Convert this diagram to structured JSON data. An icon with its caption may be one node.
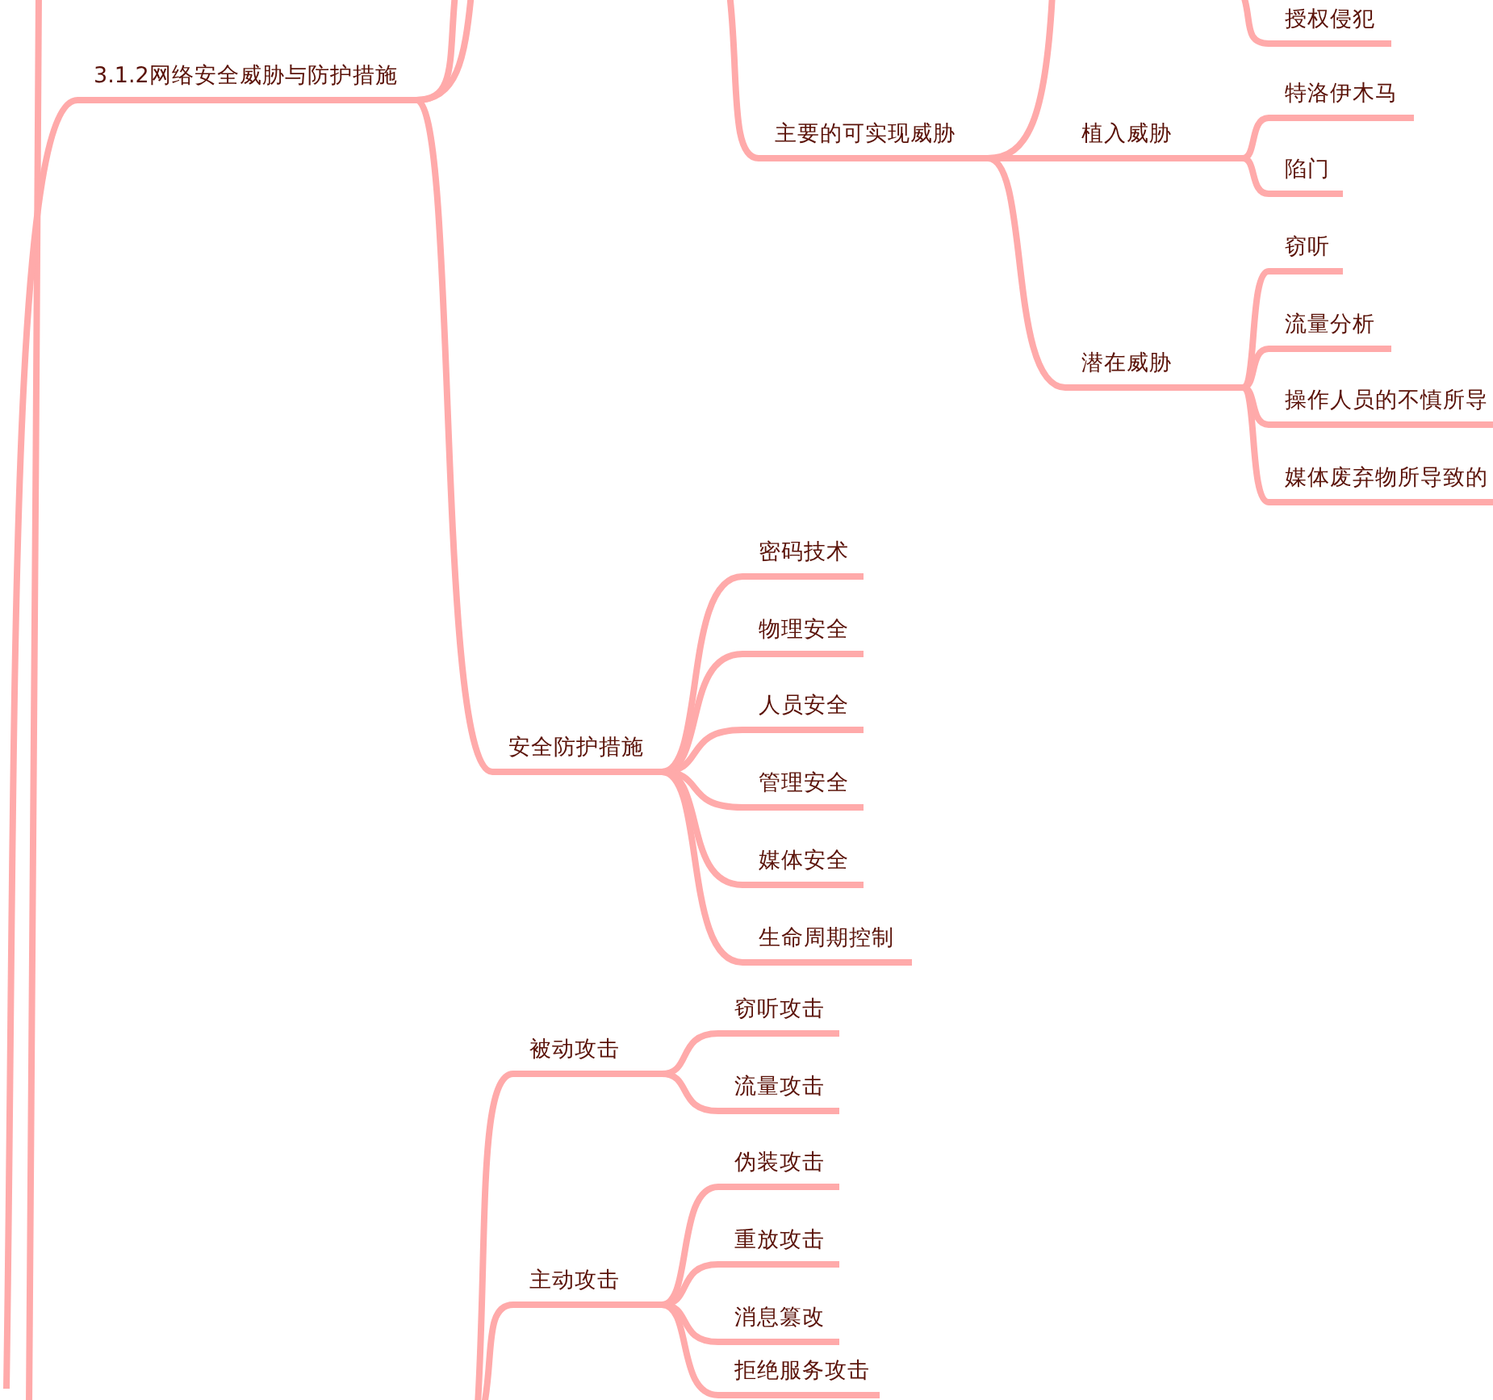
{
  "diagram": {
    "nodes": [
      {
        "text": [
          "3.1.2网络安全威胁与防护措施"
        ]
      },
      {
        "text": [
          "主要的可实现威胁"
        ]
      },
      {
        "text": [
          "植入威胁"
        ]
      },
      {
        "text": [
          "特洛伊木马"
        ]
      },
      {
        "text": [
          "陷门"
        ]
      },
      {
        "text": [
          "潜在威胁"
        ]
      },
      {
        "text": [
          "窃听"
        ]
      },
      {
        "text": [
          "流量分析"
        ]
      },
      {
        "text": [
          "操作人员的不慎所导"
        ]
      },
      {
        "text": [
          "媒体废弃物所导致的"
        ]
      },
      {
        "text": [
          "授权侵犯"
        ]
      },
      {
        "text": [
          "安全防护措施"
        ]
      },
      {
        "text": [
          "密码技术"
        ]
      },
      {
        "text": [
          "物理安全"
        ]
      },
      {
        "text": [
          "人员安全"
        ]
      },
      {
        "text": [
          "管理安全"
        ]
      },
      {
        "text": [
          "媒体安全"
        ]
      },
      {
        "text": [
          "生命周期控制"
        ]
      },
      {
        "text": [
          "被动攻击"
        ]
      },
      {
        "text": [
          "窃听攻击"
        ]
      },
      {
        "text": [
          "流量攻击"
        ]
      },
      {
        "text": [
          "主动攻击"
        ]
      },
      {
        "text": [
          "伪装攻击"
        ]
      },
      {
        "text": [
          "重放攻击"
        ]
      },
      {
        "text": [
          "消息篡改"
        ]
      },
      {
        "text": [
          "拒绝服务攻击"
        ]
      }
    ],
    "edges": [
      {
        "from": null,
        "to": 0,
        "arrow": "none"
      },
      {
        "from": 0,
        "to": null,
        "arrow": "none"
      },
      {
        "from": 0,
        "to": null,
        "arrow": "none"
      },
      {
        "from": null,
        "to": 1,
        "arrow": "none"
      },
      {
        "from": 0,
        "to": 11,
        "arrow": "none"
      },
      {
        "from": 1,
        "to": 2,
        "arrow": "none"
      },
      {
        "from": 1,
        "to": null,
        "arrow": "none"
      },
      {
        "from": 1,
        "to": 5,
        "arrow": "none"
      },
      {
        "from": null,
        "to": 10,
        "arrow": "none"
      },
      {
        "from": 2,
        "to": 3,
        "arrow": "none"
      },
      {
        "from": 2,
        "to": 4,
        "arrow": "none"
      },
      {
        "from": 5,
        "to": 6,
        "arrow": "none"
      },
      {
        "from": 5,
        "to": 7,
        "arrow": "none"
      },
      {
        "from": 5,
        "to": 8,
        "arrow": "none"
      },
      {
        "from": 5,
        "to": 9,
        "arrow": "none"
      },
      {
        "from": 11,
        "to": 12,
        "arrow": "none"
      },
      {
        "from": 11,
        "to": 13,
        "arrow": "none"
      },
      {
        "from": 11,
        "to": 14,
        "arrow": "none"
      },
      {
        "from": 11,
        "to": 15,
        "arrow": "none"
      },
      {
        "from": 11,
        "to": 16,
        "arrow": "none"
      },
      {
        "from": 11,
        "to": 17,
        "arrow": "none"
      },
      {
        "from": null,
        "to": 18,
        "arrow": "none"
      },
      {
        "from": null,
        "to": 21,
        "arrow": "none"
      },
      {
        "from": 18,
        "to": 19,
        "arrow": "none"
      },
      {
        "from": 18,
        "to": 20,
        "arrow": "none"
      },
      {
        "from": 21,
        "to": 22,
        "arrow": "none"
      },
      {
        "from": 21,
        "to": 23,
        "arrow": "none"
      },
      {
        "from": 21,
        "to": 24,
        "arrow": "none"
      },
      {
        "from": 21,
        "to": 25,
        "arrow": "none"
      }
    ]
  }
}
